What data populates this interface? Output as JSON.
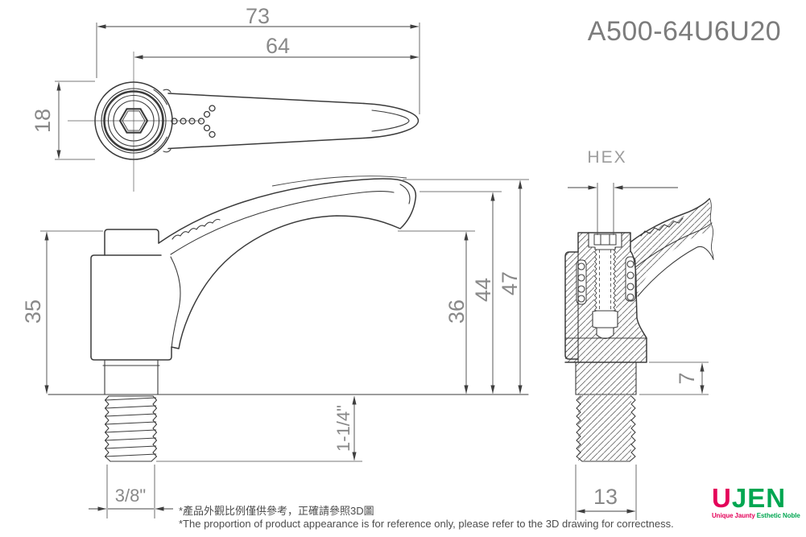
{
  "part_number": "A500-64U6U20",
  "dims": {
    "top_overall": "73",
    "top_handle": "64",
    "top_boss": "18",
    "side_body_height": "35",
    "side_h36": "36",
    "side_h44": "44",
    "side_h47": "47",
    "thread_length": "1-1/4\"",
    "thread_size": "3/8\"",
    "hex_label": "HEX",
    "section_boss_height": "7",
    "section_stud_width": "13"
  },
  "notes": {
    "zh": "*產品外觀比例僅供參考，正確請參照3D圖",
    "en": "*The proportion of product appearance is for reference only, please refer to the 3D drawing for correctness."
  },
  "logo": {
    "part1": "U",
    "part2": "JEN",
    "tagline": {
      "w1": "Unique",
      "w2": "Jaunty",
      "w3": "Esthetic",
      "w4": "Noble"
    }
  },
  "colors": {
    "logo_pink": "#e4035a",
    "logo_green": "#00a651",
    "drawing_line": "#3b3b3b",
    "dimension_text": "#898989"
  }
}
